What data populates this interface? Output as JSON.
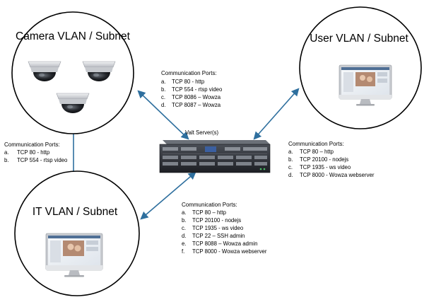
{
  "circles": {
    "camera": {
      "title": "Camera VLAN / Subnet"
    },
    "user": {
      "title": "User VLAN / Subnet"
    },
    "it": {
      "title": "IT VLAN / Subnet"
    }
  },
  "server": {
    "label": "Valt Server(s)"
  },
  "port_groups": {
    "camera_server": {
      "heading": "Communication Ports:",
      "items": [
        {
          "marker": "a.",
          "text": "TCP 80 - http"
        },
        {
          "marker": "b.",
          "text": "TCP 554 - rtsp video"
        },
        {
          "marker": "c.",
          "text": "TCP 8086 – Wowza"
        },
        {
          "marker": "d.",
          "text": "TCP 8087 – Wowza"
        }
      ]
    },
    "camera_it": {
      "heading": "Communication Ports:",
      "items": [
        {
          "marker": "a.",
          "text": "TCP 80 - http"
        },
        {
          "marker": "b.",
          "text": "TCP 554 - rtsp video"
        }
      ]
    },
    "server_user": {
      "heading": "Communication Ports:",
      "items": [
        {
          "marker": "a.",
          "text": "TCP 80 – http"
        },
        {
          "marker": "b.",
          "text": "TCP 20100 - nodejs"
        },
        {
          "marker": "c.",
          "text": "TCP 1935 - ws video"
        },
        {
          "marker": "d.",
          "text": "TCP 8000 - Wowza webserver"
        }
      ]
    },
    "server_it": {
      "heading": "Communication Ports:",
      "items": [
        {
          "marker": "a.",
          "text": "TCP 80 – http"
        },
        {
          "marker": "b.",
          "text": "TCP 20100 - nodejs"
        },
        {
          "marker": "c.",
          "text": "TCP 1935 - ws video"
        },
        {
          "marker": "d.",
          "text": "TCP 22 – SSH admin"
        },
        {
          "marker": "e.",
          "text": "TCP 8088 – Wowza admin"
        },
        {
          "marker": "f.",
          "text": "TCP 8000 - Wowza webserver"
        }
      ]
    }
  },
  "colors": {
    "circle_stroke": "#000000",
    "connector": "#2e6f9e",
    "camera_body": "#d8dade",
    "camera_dome": "#1c1f24",
    "server_body": "#2a2d33",
    "monitor_frame": "#c9ccd1",
    "monitor_screen": "#eef2f6"
  },
  "icons": [
    "dome-camera-icon",
    "rack-server-icon",
    "desktop-monitor-icon"
  ]
}
